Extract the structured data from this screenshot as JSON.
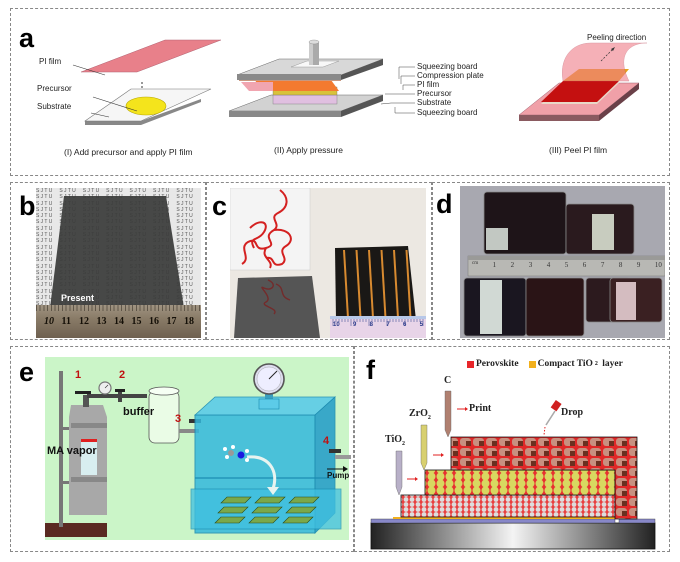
{
  "figure": {
    "panels": {
      "a": {
        "label": "a",
        "step1": {
          "caption": "(I) Add precursor and apply PI film",
          "labels": {
            "pi_film": "PI film",
            "precursor": "Precursor",
            "substrate": "Substrate"
          }
        },
        "step2": {
          "caption": "(II) Apply pressure",
          "labels": [
            "Squeezing board",
            "Compression plate",
            "PI film",
            "Precursor",
            "Substrate",
            "Squeezing board"
          ]
        },
        "step3": {
          "caption": "(III) Peel PI film",
          "labels": {
            "peeling": "Peeling direction"
          }
        }
      },
      "b": {
        "label": "b",
        "background_text": "SJTU",
        "present_label": "Present",
        "ruler_ticks": [
          "10",
          "11",
          "12",
          "13",
          "14",
          "15",
          "16",
          "17",
          "18"
        ]
      },
      "c": {
        "label": "c",
        "ruler_ticks": [
          "10",
          "9",
          "8",
          "7",
          "6",
          "5"
        ]
      },
      "d": {
        "label": "d",
        "ruler_prefix": "cm",
        "ruler_ticks": [
          "1",
          "2",
          "3",
          "4",
          "5",
          "6",
          "7",
          "8",
          "9",
          "10"
        ]
      },
      "e": {
        "label": "e",
        "valves": [
          "1",
          "2",
          "3",
          "4"
        ],
        "labels": {
          "buffer": "buffer",
          "ma_vapor": "MA vapor",
          "pump": "Pump"
        }
      },
      "f": {
        "label": "f",
        "legend": [
          {
            "name": "Perovskite",
            "color": "#e8262a"
          },
          {
            "name_prefix": "Compact TiO",
            "subscript": "2",
            "name_suffix": " layer",
            "color": "#f2b01c"
          }
        ],
        "nozzles": [
          {
            "label": "TiO",
            "sub": "2"
          },
          {
            "label": "ZrO",
            "sub": "2"
          },
          {
            "label": "C",
            "sub": ""
          }
        ],
        "print_label": "Print",
        "drop_label": "Drop"
      }
    },
    "colors": {
      "pi_film": "#e8808a",
      "precursor": "#f4e41c",
      "green_bg": "#cbf5c8",
      "chamber": "#3bbfe0",
      "red_number": "#c01010"
    }
  }
}
